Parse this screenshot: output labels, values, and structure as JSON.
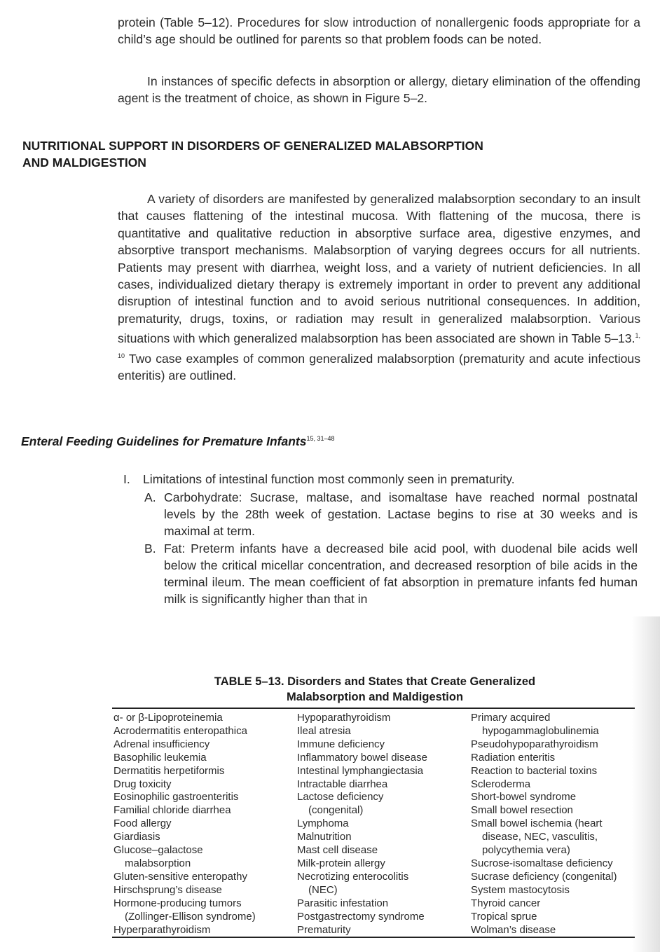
{
  "paragraphs_top": [
    "protein (Table 5–12). Procedures for slow introduction of nonallergenic foods appropriate for a child’s age should be outlined for parents so that problem foods can be noted.",
    "In instances of specific defects in absorption or allergy, dietary elimination of the offending agent is the treatment of choice, as shown in Figure 5–2."
  ],
  "section_heading": {
    "line1": "NUTRITIONAL SUPPORT IN DISORDERS OF GENERALIZED MALABSORPTION",
    "line2": "AND MALDIGESTION"
  },
  "section_paragraph": {
    "text_before": "A variety of disorders are manifested by generalized malabsorption secondary to an insult that causes flattening of the intestinal mucosa. With flattening of the mucosa, there is quantitative and qualitative reduction in absorptive surface area, digestive enzymes, and absorptive transport mechanisms. Malabsorption of varying degrees occurs for all nutrients. Patients may present with diarrhea, weight loss, and a variety of nutrient deficiencies. In all cases, individualized dietary therapy is extremely important in order to prevent any additional disruption of intestinal function and to avoid serious nutritional consequences. In addition, prematurity, drugs, toxins, or radiation may result in generalized malabsorption. Various situations with which generalized malabsorption has been associated are shown in Table 5–13.",
    "ref": "1, 10",
    "text_after": " Two case examples of common generalized malabsorption (prematurity and acute infectious enteritis) are outlined."
  },
  "subheading": {
    "text": "Enteral Feeding Guidelines for Premature Infants",
    "ref": "15, 31–48"
  },
  "outline": {
    "item_I": {
      "marker": "I.",
      "text": "Limitations of intestinal function most commonly seen in prematurity."
    },
    "item_A": {
      "marker": "A.",
      "text": "Carbohydrate: Sucrase, maltase, and isomaltase have reached normal postnatal levels by the 28th week of gestation. Lactase begins to rise at 30 weeks and is maximal at term."
    },
    "item_B": {
      "marker": "B.",
      "text": "Fat: Preterm infants have a decreased bile acid pool, with duodenal bile acids well below the critical micellar concentration, and decreased resorption of bile acids in the terminal ileum. The mean coefficient of fat absorption in premature infants fed human milk is significantly higher than that in"
    }
  },
  "table": {
    "title_line1": "TABLE 5–13. Disorders and States that Create Generalized",
    "title_line2": "Malabsorption and Maldigestion",
    "col1": [
      {
        "a": "α- or β-Lipoproteinemia"
      },
      {
        "a": "Acrodermatitis enteropathica"
      },
      {
        "a": "Adrenal insufficiency"
      },
      {
        "a": "Basophilic leukemia"
      },
      {
        "a": "Dermatitis herpetiformis"
      },
      {
        "a": "Drug toxicity"
      },
      {
        "a": "Eosinophilic gastroenteritis"
      },
      {
        "a": "Familial chloride diarrhea"
      },
      {
        "a": "Food allergy"
      },
      {
        "a": "Giardiasis"
      },
      {
        "a": "Glucose–galactose",
        "b": "malabsorption"
      },
      {
        "a": "Gluten-sensitive enteropathy"
      },
      {
        "a": "Hirschsprung’s disease"
      },
      {
        "a": "Hormone-producing tumors",
        "b": "(Zollinger-Ellison syndrome)"
      },
      {
        "a": "Hyperparathyroidism"
      }
    ],
    "col2": [
      {
        "a": "Hypoparathyroidism"
      },
      {
        "a": "Ileal atresia"
      },
      {
        "a": "Immune deficiency"
      },
      {
        "a": "Inflammatory bowel disease"
      },
      {
        "a": "Intestinal lymphangiectasia"
      },
      {
        "a": "Intractable diarrhea"
      },
      {
        "a": "Lactose deficiency",
        "b": "(congenital)"
      },
      {
        "a": "Lymphoma"
      },
      {
        "a": "Malnutrition"
      },
      {
        "a": "Mast cell disease"
      },
      {
        "a": "Milk-protein allergy"
      },
      {
        "a": "Necrotizing enterocolitis",
        "b": "(NEC)"
      },
      {
        "a": "Parasitic infestation"
      },
      {
        "a": "Postgastrectomy syndrome"
      },
      {
        "a": "Prematurity"
      }
    ],
    "col3": [
      {
        "a": "Primary acquired",
        "b": "hypogammaglobulinemia"
      },
      {
        "a": "Pseudohypoparathyroidism"
      },
      {
        "a": "Radiation enteritis"
      },
      {
        "a": "Reaction to bacterial toxins"
      },
      {
        "a": "Scleroderma"
      },
      {
        "a": "Short-bowel syndrome"
      },
      {
        "a": "Small bowel resection"
      },
      {
        "a": "Small bowel ischemia (heart",
        "b": "disease, NEC, vasculitis,",
        "c": "polycythemia vera)"
      },
      {
        "a": "Sucrose-isomaltase deficiency"
      },
      {
        "a": "Sucrase deficiency (congenital)"
      },
      {
        "a": "System mastocytosis"
      },
      {
        "a": "Thyroid cancer"
      },
      {
        "a": "Tropical sprue"
      },
      {
        "a": "Wolman’s disease"
      }
    ]
  }
}
